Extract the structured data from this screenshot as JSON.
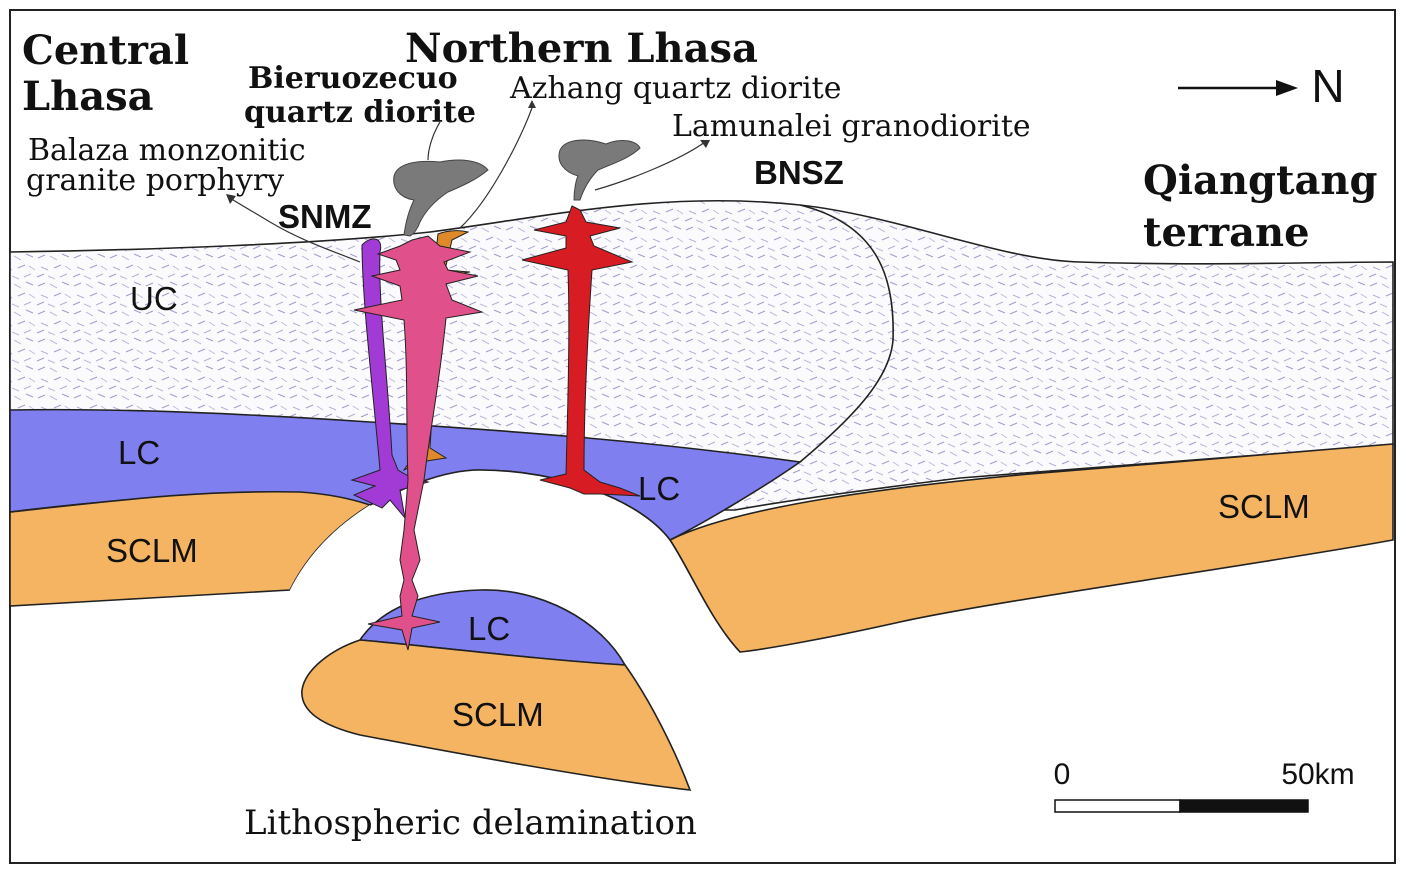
{
  "titles": {
    "central_lhasa_line1": "Central",
    "central_lhasa_line2": "Lhasa",
    "northern_lhasa": "Northern Lhasa",
    "qiangtang_line1": "Qiangtang",
    "qiangtang_line2": "terrane"
  },
  "intrusions": {
    "bieruozecuo_line1": "Bieruozecuo",
    "bieruozecuo_line2": "quartz diorite",
    "azhang": "Azhang quartz diorite",
    "lamunalei": "Lamunalei granodiorite",
    "balaza_line1": "Balaza monzonitic",
    "balaza_line2": "granite porphyry"
  },
  "zones": {
    "snmz": "SNMZ",
    "bnsz": "BNSZ"
  },
  "layers": {
    "uc": "UC",
    "lc_left": "LC",
    "lc_right": "LC",
    "lc_delaminated": "LC",
    "sclm_left": "SCLM",
    "sclm_right": "SCLM",
    "sclm_delaminated": "SCLM"
  },
  "caption": "Lithospheric delamination",
  "north_arrow": {
    "label": "N",
    "icon": "arrow-right-icon"
  },
  "scale_bar": {
    "start_label": "0",
    "end_label": "50km"
  },
  "colors": {
    "lower_crust": "#7f7ff0",
    "sclm": "#f4b462",
    "upper_crust_texture": "#9a90c8",
    "bieruozecuo": "#e0508a",
    "balaza": "#a23ad6",
    "azhang": "#de8a2a",
    "lamunalei": "#d81c24",
    "plume": "#7a7a7a"
  }
}
